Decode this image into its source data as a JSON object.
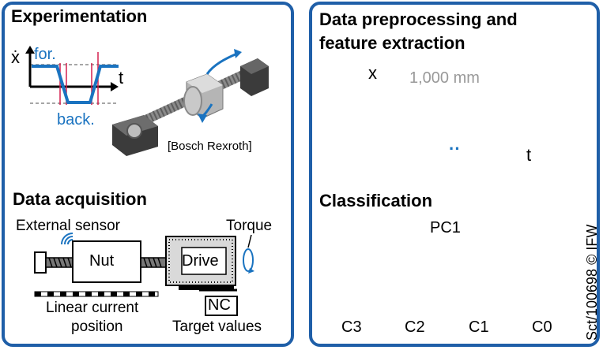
{
  "left": {
    "experimentation": {
      "title": "Experimentation",
      "axis_y": "ẋ",
      "axis_x": "t",
      "forward_label": "for.",
      "backward_label": "back.",
      "credit": "[Bosch Rexroth]"
    },
    "acquisition": {
      "title": "Data acquisition",
      "external_sensor": "External sensor",
      "torque": "Torque",
      "nut": "Nut",
      "drive": "Drive",
      "nc": "NC",
      "linear_position_line1": "Linear current",
      "linear_position_line2": "position",
      "target_values": "Target values"
    }
  },
  "right": {
    "preprocessing": {
      "title_line1": "Data preprocessing and",
      "title_line2": "feature extraction",
      "axis_y": "x",
      "axis_x": "t",
      "distance_label": "1,000 mm",
      "ellipsis": "··"
    },
    "classification": {
      "title": "Classification",
      "root": "PC1",
      "classes": [
        {
          "label": "C3",
          "color": "#0b4f9c"
        },
        {
          "label": "C2",
          "color": "#1b72c2"
        },
        {
          "label": "C1",
          "color": "#a9c2f5"
        },
        {
          "label": "C0",
          "color": "#d3e1fb"
        }
      ]
    },
    "side_note": "Sct/100698 © IFW"
  },
  "colors": {
    "border": "#1f5fa8",
    "signal": "#1a73c0",
    "marker": "#d4204f",
    "dashed": "#888888"
  }
}
